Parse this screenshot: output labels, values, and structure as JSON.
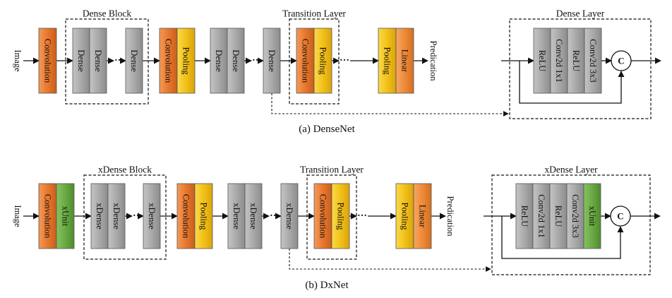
{
  "colors": {
    "convolution": "#e8772e",
    "pooling": "#f2c118",
    "dense": "#a9a9a9",
    "xunit": "#6aaa43",
    "linear": "#ee8a38"
  },
  "densenet": {
    "input_label": "Image",
    "output_label": "Predication",
    "caption": "(a) DenseNet",
    "dense_block_title": "Dense Block",
    "transition_title": "Transition Layer",
    "dense_layer_title": "Dense Layer",
    "convolution": "Convolution",
    "pooling": "Pooling",
    "dense": "Dense",
    "linear": "Linear",
    "relu": "ReLU",
    "conv1": "Conv2d 1x1",
    "conv3": "Conv2d 3x3",
    "concat": "C",
    "ellipsis": "···"
  },
  "dxnet": {
    "input_label": "Image",
    "output_label": "Predication",
    "caption": "(b) DxNet",
    "dense_block_title": "xDense Block",
    "transition_title": "Transition Layer",
    "dense_layer_title": "xDense Layer",
    "convolution": "Convolution",
    "xunit": "xUnit",
    "pooling": "Pooling",
    "dense": "xDense",
    "linear": "Linear",
    "relu": "ReLU",
    "conv1": "Conv2d 1x1",
    "conv3": "Conv2d 3x3",
    "concat": "C",
    "ellipsis": "···"
  }
}
